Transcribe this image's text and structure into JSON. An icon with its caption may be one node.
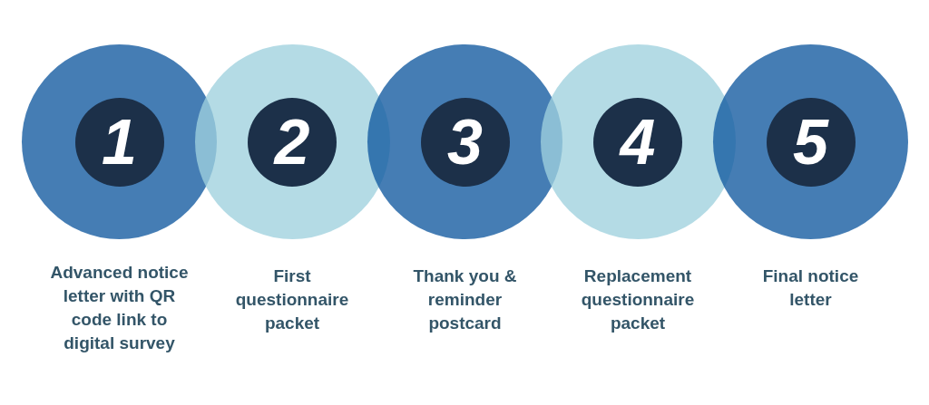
{
  "diagram": {
    "nodes": [
      {
        "text": [],
        "shape": "circle",
        "beside": [
          "Advanced notice letter with QR code link to digital survey"
        ]
      },
      {
        "text": [
          "1"
        ],
        "in": 0
      },
      {
        "text": [],
        "shape": "circle",
        "beside": [
          "First questionnaire packet"
        ]
      },
      {
        "text": [
          "2"
        ],
        "in": 2
      },
      {
        "text": [],
        "shape": "circle",
        "beside": [
          "Thank you & reminder postcard"
        ]
      },
      {
        "text": [
          "3"
        ],
        "in": 4
      },
      {
        "text": [],
        "shape": "circle",
        "beside": [
          "Replacement questionnaire packet"
        ]
      },
      {
        "text": [
          "4"
        ],
        "in": 6
      },
      {
        "text": [],
        "shape": "circle",
        "beside": [
          "Final notice letter"
        ]
      },
      {
        "text": [
          "5"
        ],
        "in": 8
      }
    ]
  }
}
